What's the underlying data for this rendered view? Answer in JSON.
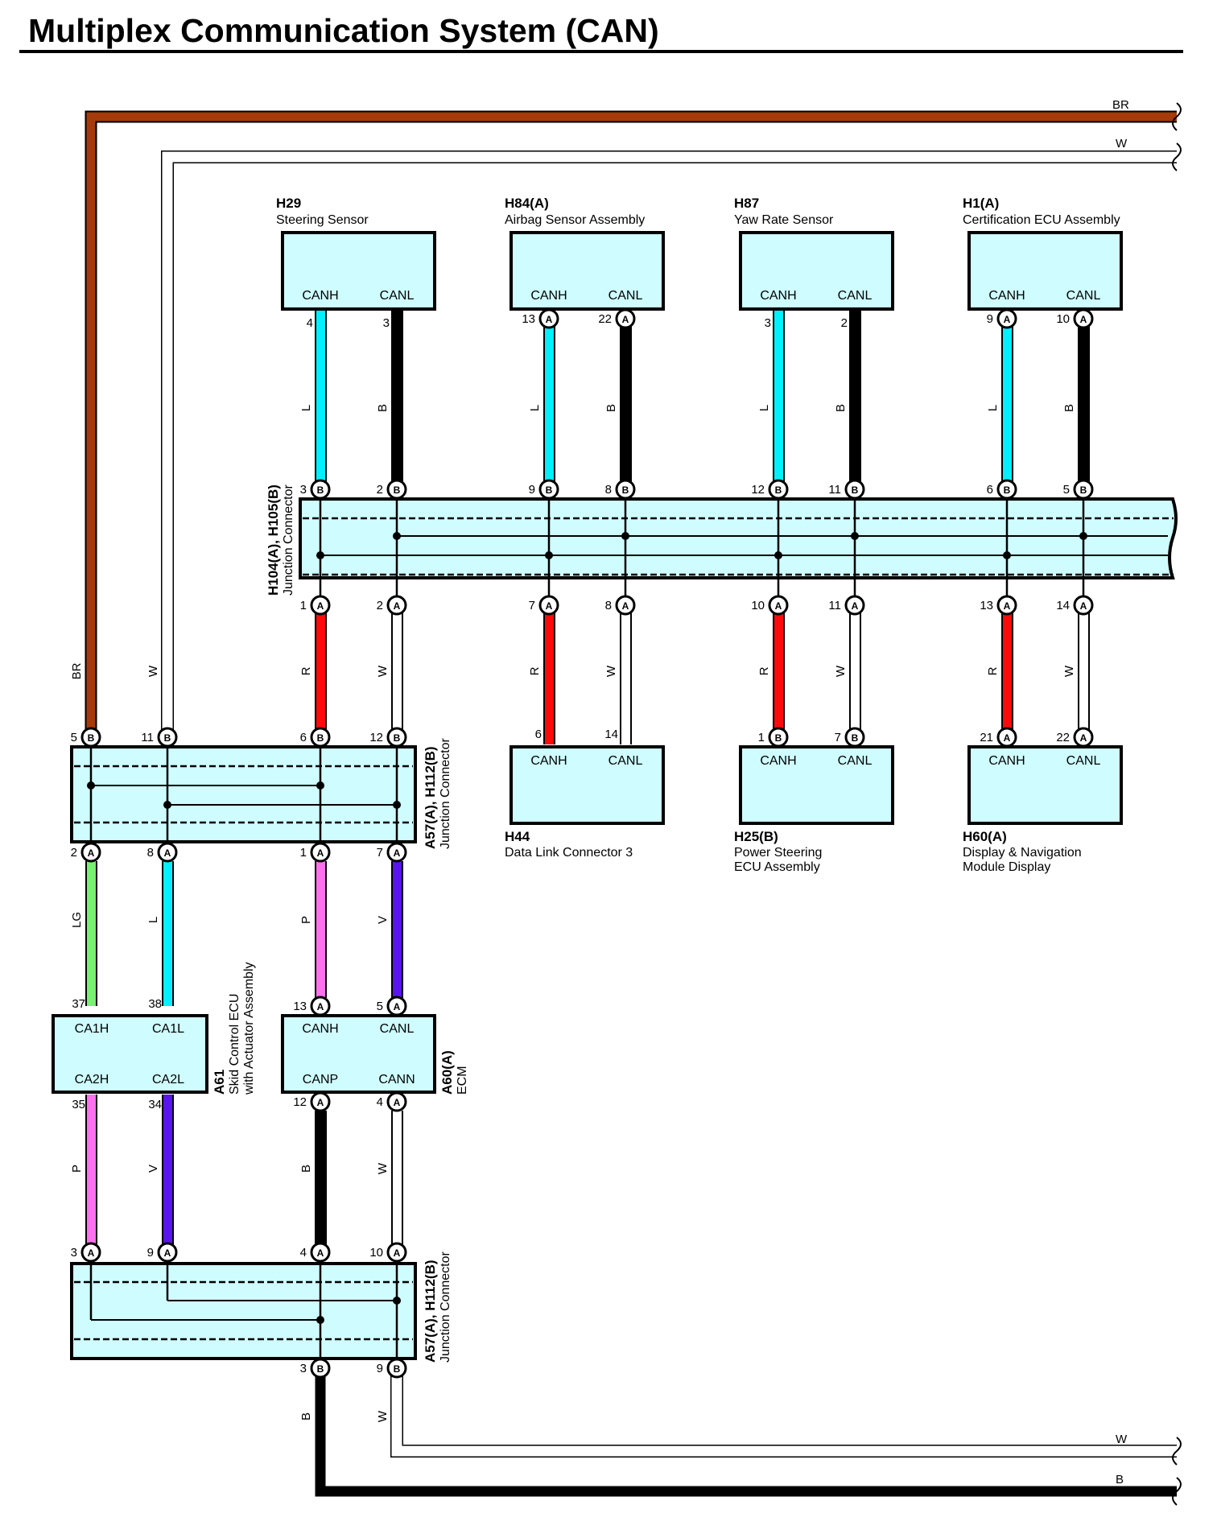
{
  "title": "Multiplex Communication System (CAN)",
  "accent_colors": {
    "BR": "#a53a0a",
    "W": "#ffffff",
    "L": "#00f0ff",
    "B": "#000000",
    "R": "#ff0a0a",
    "LG": "#78f070",
    "P": "#ff70ee",
    "V": "#5a14f0",
    "component_fill": "#cffcff"
  },
  "bus_labels": {
    "top_br": "BR",
    "top_w": "W",
    "bottom_w": "W",
    "bottom_b": "B"
  },
  "components": {
    "h29": {
      "code": "H29",
      "name": "Steering Sensor",
      "canh": "CANH",
      "canl": "CANL"
    },
    "h84": {
      "code": "H84(A)",
      "name": "Airbag Sensor Assembly",
      "canh": "CANH",
      "canl": "CANL"
    },
    "h87": {
      "code": "H87",
      "name": "Yaw Rate Sensor",
      "canh": "CANH",
      "canl": "CANL"
    },
    "h1": {
      "code": "H1(A)",
      "name": "Certification ECU Assembly",
      "canh": "CANH",
      "canl": "CANL"
    },
    "h44": {
      "code": "H44",
      "name": "Data Link Connector 3",
      "canh": "CANH",
      "canl": "CANL"
    },
    "h25": {
      "code": "H25(B)",
      "name1": "Power Steering",
      "name2": "ECU Assembly",
      "canh": "CANH",
      "canl": "CANL"
    },
    "h60": {
      "code": "H60(A)",
      "name1": "Display & Navigation",
      "name2": "Module Display",
      "canh": "CANH",
      "canl": "CANL"
    },
    "a61": {
      "code": "A61",
      "name1": "Skid Control ECU",
      "name2": "with Actuator Assembly",
      "ca1h": "CA1H",
      "ca1l": "CA1L",
      "ca2h": "CA2H",
      "ca2l": "CA2L"
    },
    "a60": {
      "code": "A60(A)",
      "name": "ECM",
      "canh": "CANH",
      "canl": "CANL",
      "canp": "CANP",
      "cann": "CANN"
    }
  },
  "junctions": {
    "h104": {
      "code": "H104(A), H105(B)",
      "name": "Junction Connector"
    },
    "a57_upper": {
      "code": "A57(A), H112(B)",
      "name": "Junction Connector"
    },
    "a57_lower": {
      "code": "A57(A), H112(B)",
      "name": "Junction Connector"
    }
  },
  "pins": {
    "h29_canh": "4",
    "h29_canl": "3",
    "h84_canh": "13",
    "h84_canl": "22",
    "h87_canh": "3",
    "h87_canl": "2",
    "h1_canh": "9",
    "h1_canl": "10",
    "jb_top": [
      "3",
      "2",
      "9",
      "8",
      "12",
      "11",
      "6",
      "5"
    ],
    "jb_bot": [
      "1",
      "2",
      "7",
      "8",
      "10",
      "11",
      "13",
      "14"
    ],
    "h44_canh": "6",
    "h44_canl": "14",
    "h25_canh": "1",
    "h25_canl": "7",
    "h60_canh": "21",
    "h60_canl": "22",
    "jc_top": [
      "5",
      "11",
      "6",
      "12"
    ],
    "jc_bot": [
      "2",
      "8",
      "1",
      "7"
    ],
    "a61_top": [
      "37",
      "38"
    ],
    "a61_bot": [
      "35",
      "34"
    ],
    "a60_top": [
      "13",
      "5"
    ],
    "a60_bot": [
      "12",
      "4"
    ],
    "jd_top": [
      "3",
      "9",
      "4",
      "10"
    ],
    "jd_bot": [
      "3",
      "9"
    ]
  },
  "connector_letters": {
    "a": "A",
    "b": "B"
  },
  "wire_colors": {
    "top_row": [
      "L",
      "B",
      "L",
      "B",
      "L",
      "B",
      "L",
      "B"
    ],
    "mid_row": [
      "BR",
      "W",
      "R",
      "W",
      "R",
      "W",
      "R",
      "W",
      "R",
      "W"
    ],
    "low_row": [
      "LG",
      "L",
      "P",
      "V"
    ],
    "a61_down": [
      "P",
      "V"
    ],
    "a60_down": [
      "B",
      "W"
    ],
    "jd_down": [
      "B",
      "W"
    ]
  }
}
